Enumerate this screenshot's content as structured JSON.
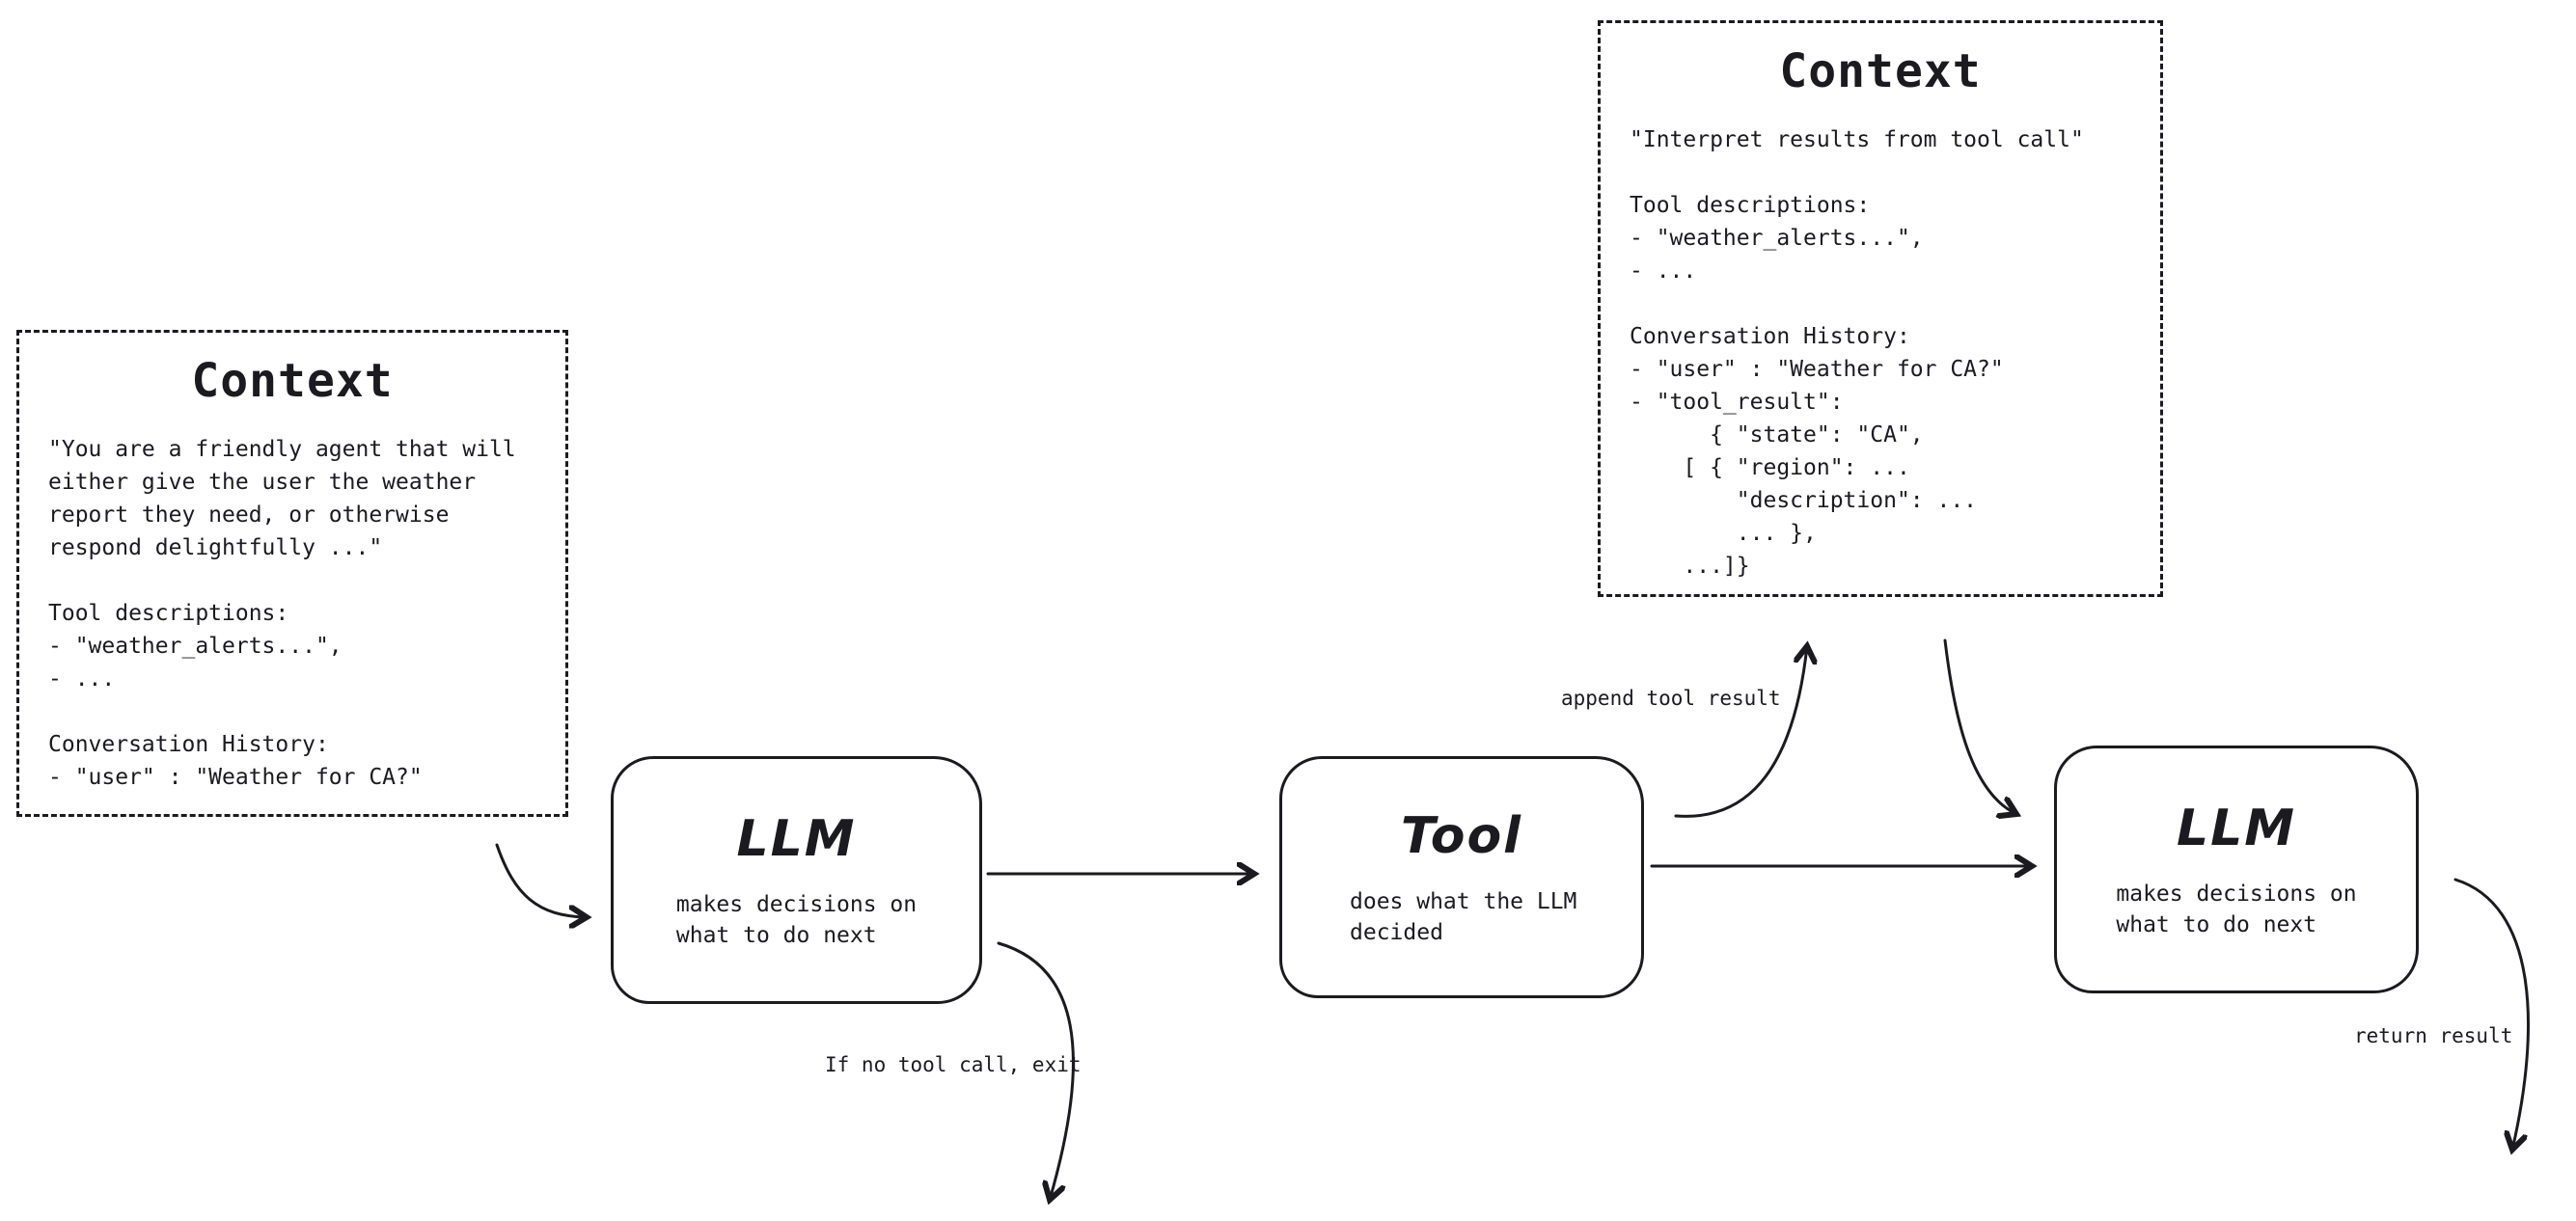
{
  "canvas": {
    "ink_color": "#1b1b1f",
    "background_color": "#ffffff"
  },
  "context_left": {
    "title": "Context",
    "body": "\"You are a friendly agent that will\neither give the user the weather\nreport they need, or otherwise\nrespond delightfully ...\"\n\nTool descriptions:\n- \"weather_alerts...\",\n- ...\n\nConversation History:\n- \"user\" : \"Weather for CA?\""
  },
  "context_top": {
    "title": "Context",
    "body": "\"Interpret results from tool call\"\n\nTool descriptions:\n- \"weather_alerts...\",\n- ...\n\nConversation History:\n- \"user\" : \"Weather for CA?\"\n- \"tool_result\":\n      { \"state\": \"CA\",\n    [ { \"region\": ...\n        \"description\": ...\n        ... },\n    ...]}"
  },
  "nodes": {
    "llm1": {
      "title": "LLM",
      "subtitle": "makes decisions on\nwhat to do next"
    },
    "tool": {
      "title": "Tool",
      "subtitle": "does what the LLM\ndecided"
    },
    "llm2": {
      "title": "LLM",
      "subtitle": "makes decisions on\nwhat to do next"
    }
  },
  "labels": {
    "append_tool_result": "append tool result",
    "no_tool_exit": "If no tool call, exit",
    "return_result": "return result"
  }
}
